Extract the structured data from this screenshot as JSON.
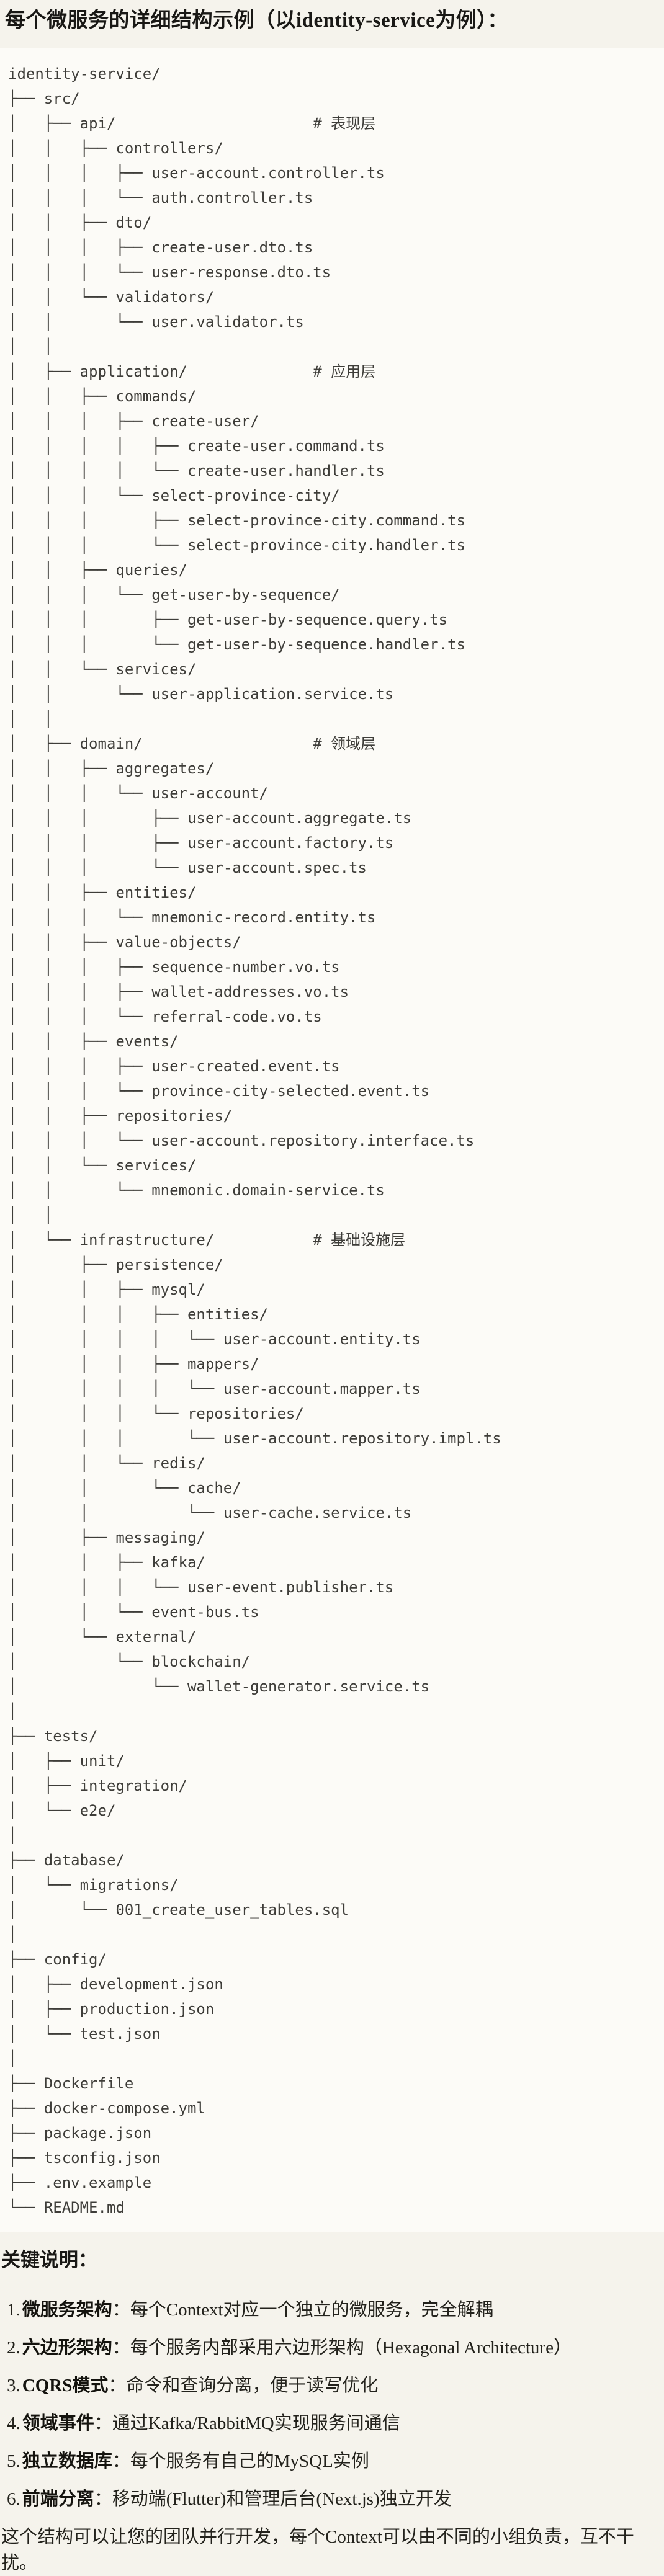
{
  "title": "每个微服务的详细结构示例（以identity-service为例）：",
  "tree": {
    "text": "identity-service/\n├── src/\n│   ├── api/                      # 表现层\n│   │   ├── controllers/\n│   │   │   ├── user-account.controller.ts\n│   │   │   └── auth.controller.ts\n│   │   ├── dto/\n│   │   │   ├── create-user.dto.ts\n│   │   │   └── user-response.dto.ts\n│   │   └── validators/\n│   │       └── user.validator.ts\n│   │\n│   ├── application/              # 应用层\n│   │   ├── commands/\n│   │   │   ├── create-user/\n│   │   │   │   ├── create-user.command.ts\n│   │   │   │   └── create-user.handler.ts\n│   │   │   └── select-province-city/\n│   │   │       ├── select-province-city.command.ts\n│   │   │       └── select-province-city.handler.ts\n│   │   ├── queries/\n│   │   │   └── get-user-by-sequence/\n│   │   │       ├── get-user-by-sequence.query.ts\n│   │   │       └── get-user-by-sequence.handler.ts\n│   │   └── services/\n│   │       └── user-application.service.ts\n│   │\n│   ├── domain/                   # 领域层\n│   │   ├── aggregates/\n│   │   │   └── user-account/\n│   │   │       ├── user-account.aggregate.ts\n│   │   │       ├── user-account.factory.ts\n│   │   │       └── user-account.spec.ts\n│   │   ├── entities/\n│   │   │   └── mnemonic-record.entity.ts\n│   │   ├── value-objects/\n│   │   │   ├── sequence-number.vo.ts\n│   │   │   ├── wallet-addresses.vo.ts\n│   │   │   └── referral-code.vo.ts\n│   │   ├── events/\n│   │   │   ├── user-created.event.ts\n│   │   │   └── province-city-selected.event.ts\n│   │   ├── repositories/\n│   │   │   └── user-account.repository.interface.ts\n│   │   └── services/\n│   │       └── mnemonic.domain-service.ts\n│   │\n│   └── infrastructure/           # 基础设施层\n│       ├── persistence/\n│       │   ├── mysql/\n│       │   │   ├── entities/\n│       │   │   │   └── user-account.entity.ts\n│       │   │   ├── mappers/\n│       │   │   │   └── user-account.mapper.ts\n│       │   │   └── repositories/\n│       │   │       └── user-account.repository.impl.ts\n│       │   └── redis/\n│       │       └── cache/\n│       │           └── user-cache.service.ts\n│       ├── messaging/\n│       │   ├── kafka/\n│       │   │   └── user-event.publisher.ts\n│       │   └── event-bus.ts\n│       └── external/\n│           └── blockchain/\n│               └── wallet-generator.service.ts\n│\n├── tests/\n│   ├── unit/\n│   ├── integration/\n│   └── e2e/\n│\n├── database/\n│   └── migrations/\n│       └── 001_create_user_tables.sql\n│\n├── config/\n│   ├── development.json\n│   ├── production.json\n│   └── test.json\n│\n├── Dockerfile\n├── docker-compose.yml\n├── package.json\n├── tsconfig.json\n├── .env.example\n└── README.md"
  },
  "notes": {
    "heading": "关键说明：",
    "items": [
      {
        "num": "1.",
        "label": "微服务架构",
        "text": "：每个Context对应一个独立的微服务，完全解耦"
      },
      {
        "num": "2.",
        "label": "六边形架构",
        "text": "：每个服务内部采用六边形架构（Hexagonal Architecture）"
      },
      {
        "num": "3.",
        "label": "CQRS模式",
        "text": "：命令和查询分离，便于读写优化"
      },
      {
        "num": "4.",
        "label": "领域事件",
        "text": "：通过Kafka/RabbitMQ实现服务间通信"
      },
      {
        "num": "5.",
        "label": "独立数据库",
        "text": "：每个服务有自己的MySQL实例"
      },
      {
        "num": "6.",
        "label": "前端分离",
        "text": "：移动端(Flutter)和管理后台(Next.js)独立开发"
      }
    ],
    "footer": "这个结构可以让您的团队并行开发，每个Context可以由不同的小组负责，互不干扰。"
  }
}
